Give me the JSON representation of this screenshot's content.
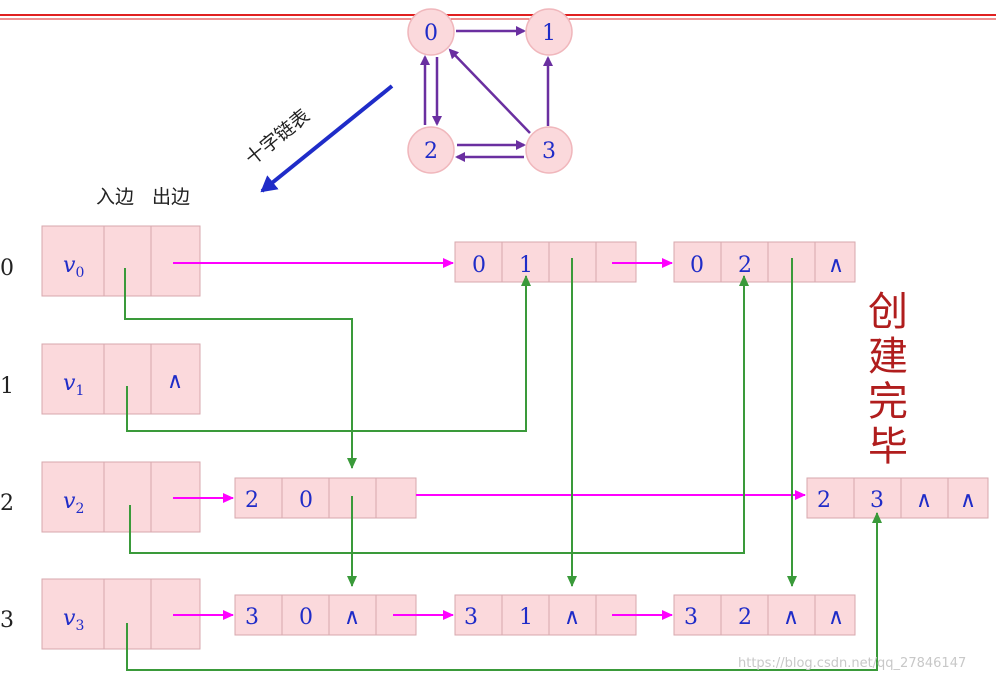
{
  "graph": {
    "nodes": [
      "0",
      "1",
      "2",
      "3"
    ],
    "edges": [
      [
        "0",
        "1"
      ],
      [
        "0",
        "2"
      ],
      [
        "2",
        "0"
      ],
      [
        "2",
        "3"
      ],
      [
        "3",
        "2"
      ],
      [
        "3",
        "0"
      ],
      [
        "3",
        "1"
      ]
    ]
  },
  "arrow_label": "十字链表",
  "headers": {
    "in_edge": "入边",
    "out_edge": "出边"
  },
  "vertices": [
    {
      "row_label": "0",
      "name": "v",
      "sub": "0",
      "out_cell": ""
    },
    {
      "row_label": "1",
      "name": "v",
      "sub": "1",
      "out_cell": "∧"
    },
    {
      "row_label": "2",
      "name": "v",
      "sub": "2",
      "out_cell": ""
    },
    {
      "row_label": "3",
      "name": "v",
      "sub": "3",
      "out_cell": ""
    }
  ],
  "arc_nodes": {
    "a01": [
      "0",
      "1",
      "",
      ""
    ],
    "a02": [
      "0",
      "2",
      "",
      "∧"
    ],
    "a20": [
      "2",
      "0",
      "",
      ""
    ],
    "a23": [
      "2",
      "3",
      "∧",
      "∧"
    ],
    "a30": [
      "3",
      "0",
      "∧",
      ""
    ],
    "a31": [
      "3",
      "1",
      "∧",
      ""
    ],
    "a32": [
      "3",
      "2",
      "∧",
      "∧"
    ]
  },
  "done_text": [
    "创",
    "建",
    "完",
    "毕"
  ],
  "watermark": "https://blog.csdn.net/qq_27846147",
  "colors": {
    "red_line": "#e02020",
    "node_fill": "#fbd9dc",
    "graph_edge": "#6a2fa0",
    "blue_arrow": "#1f2cc8",
    "magenta": "#ff00ff",
    "green": "#3a9a3a",
    "text_blue": "#1f2cc8",
    "done_red": "#b01d1d"
  }
}
